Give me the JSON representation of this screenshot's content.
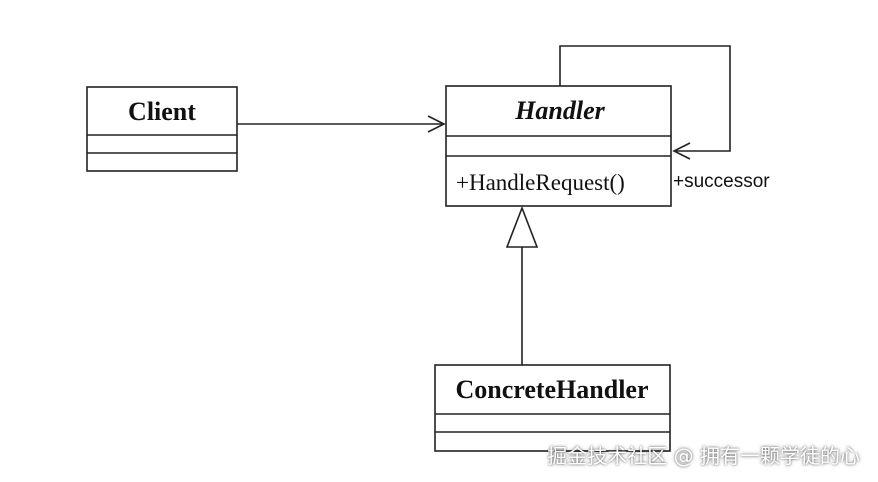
{
  "classes": {
    "client": {
      "name": "Client"
    },
    "handler": {
      "name": "Handler",
      "operation": "+HandleRequest()"
    },
    "concrete": {
      "name": "ConcreteHandler"
    }
  },
  "associations": {
    "successor_role": "+successor"
  },
  "watermark": "掘金技术社区 @ 拥有一颗学徒的心",
  "colors": {
    "line": "#222222",
    "background": "#ffffff"
  }
}
